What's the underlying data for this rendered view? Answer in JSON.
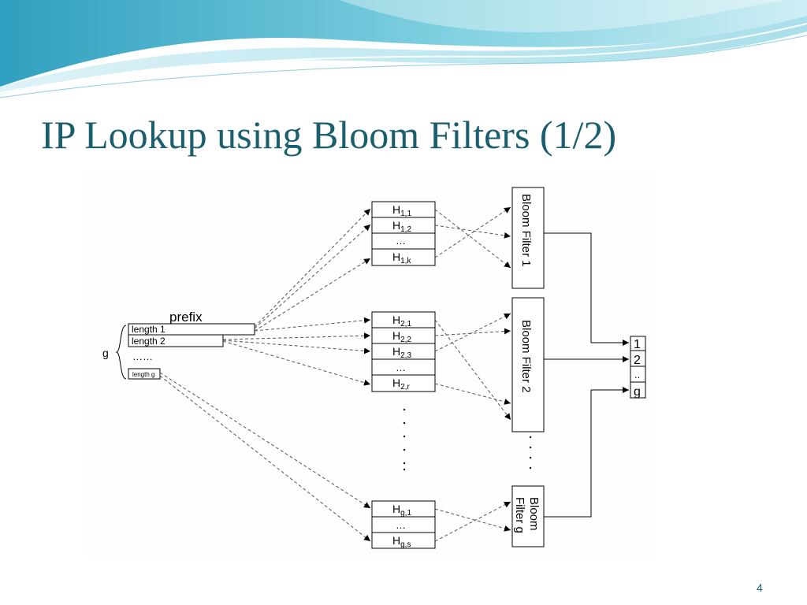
{
  "slide": {
    "title": "IP Lookup using Bloom Filters (1/2)",
    "page_number": "4"
  },
  "diagram": {
    "prefix_label": "prefix",
    "g_label": "g",
    "lengths": [
      "length 1",
      "length 2",
      "……",
      "length g"
    ],
    "hash_groups": [
      {
        "name": "H",
        "subs": [
          "1,1",
          "1,2",
          "…",
          "1,k"
        ]
      },
      {
        "name": "H",
        "subs": [
          "2,1",
          "2,2",
          "2,3",
          "…",
          "2,r"
        ]
      },
      {
        "name": "H",
        "subs": [
          "g,1",
          "…",
          "g,s"
        ]
      }
    ],
    "bloom_filters": [
      "Bloom Filter 1",
      "Bloom Filter 2",
      "Bloom Filter g"
    ],
    "bloom_filter_g_lines": [
      "Bloom",
      "Filter g"
    ],
    "output_vector": [
      "1",
      "2",
      "..",
      "g"
    ],
    "colors": {
      "title": "#1b5e6e",
      "banner_light": "#bfe6ef",
      "banner_dark": "#3aa6c4",
      "lines": "#000000"
    }
  }
}
